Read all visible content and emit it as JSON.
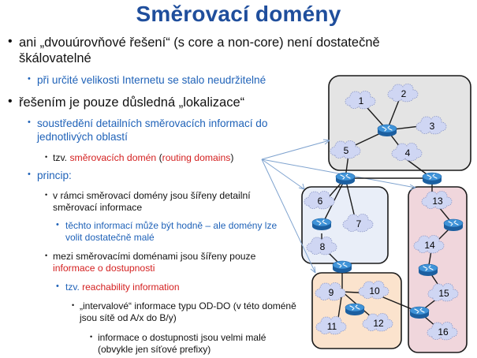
{
  "title": "Směrovací domény",
  "bullets": {
    "b1": "ani „dvouúrovňové řešení“ (s core a non-core) není dostatečně škálovatelné",
    "b1a": "při určité velikosti Internetu se stalo neudržitelné",
    "b2": "řešením je pouze důsledná „lokalizace“",
    "b2a": "soustředění detailních směrovacích informací do jednotlivých oblastí",
    "b2a1_pre": "tzv. ",
    "b2a1_red1": "směrovacích domén",
    "b2a1_mid": " (",
    "b2a1_red2": "routing domains",
    "b2a1_post": ")",
    "b2b": "princip:",
    "b2b1": "v rámci směrovací domény jsou šířeny detailní směrovací informace",
    "b2b1a": "těchto informací může být hodně – ale domény lze volit dostatečně malé",
    "b2b2_pre": "mezi směrovacími doménami jsou šířeny pouze ",
    "b2b2_red": "informace o dostupnosti",
    "b2b2a_pre": "tzv. ",
    "b2b2a_red": "reachability information",
    "b2b2a1": "„intervalové“ informace typu OD-DO (v této doméně jsou sítě od A/x do B/y)",
    "b2b2a1a": "informace o dostupnosti jsou velmi malé (obvykle jen síťové prefixy)"
  },
  "diagram": {
    "clouds": [
      "1",
      "2",
      "3",
      "4",
      "5",
      "6",
      "7",
      "8",
      "9",
      "10",
      "11",
      "12",
      "13",
      "14",
      "15",
      "16"
    ],
    "domain_colors": {
      "top": "#e4e4e4",
      "left": "#e9eef8",
      "right": "#f0d6dc",
      "bottom": "#fbe3cd"
    },
    "cloud_color": "#cfd6f3",
    "router_color": "#2d7ec6"
  }
}
